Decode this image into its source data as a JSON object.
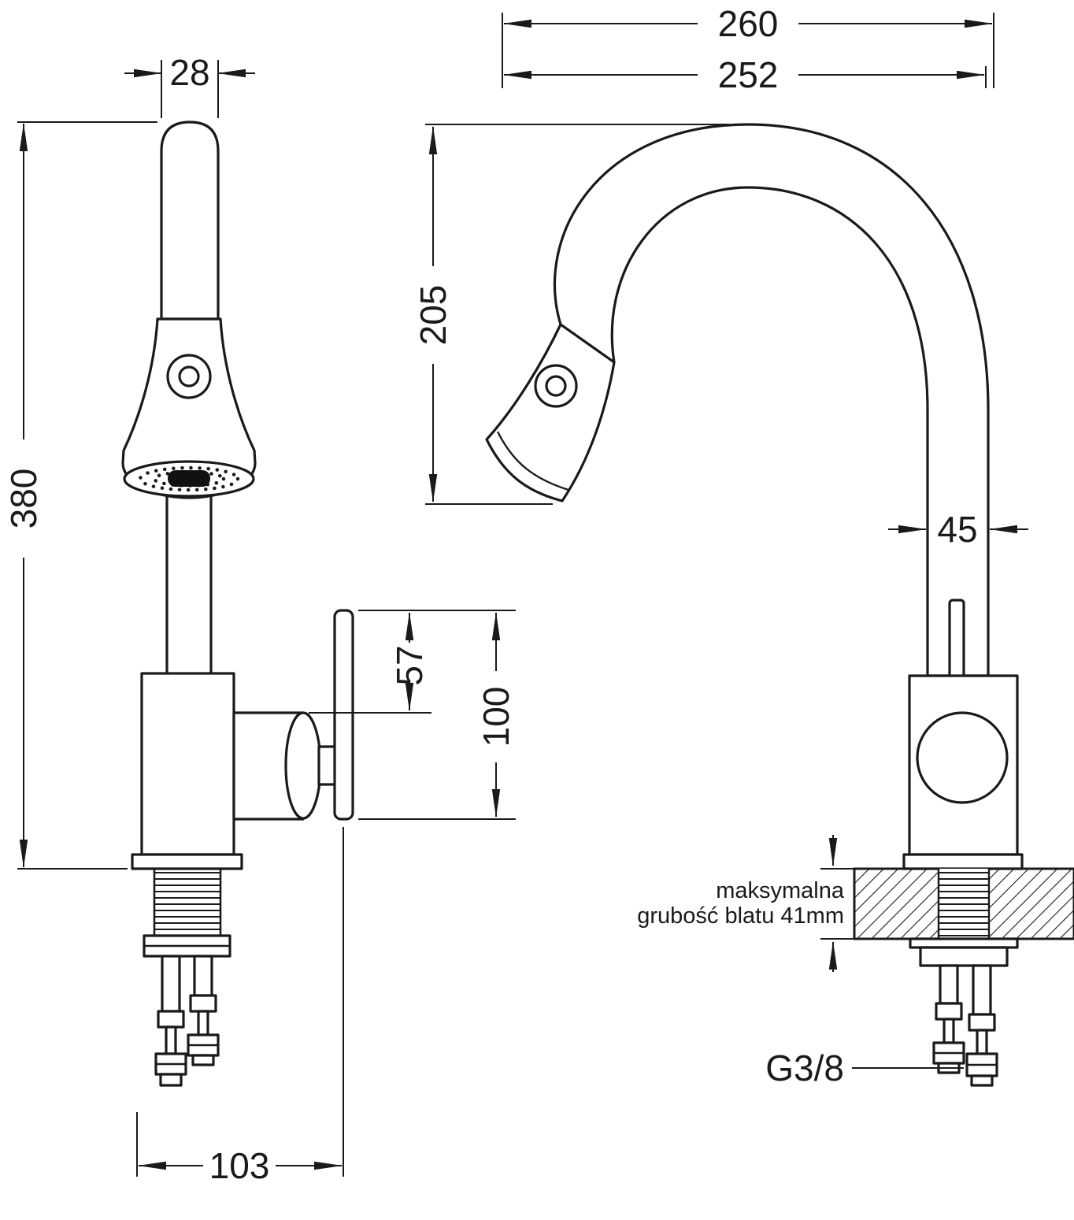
{
  "document": {
    "type": "technical dimension drawing",
    "subject": "Kitchen faucet with pull-out spray head, front and side installation views",
    "language": "Polish",
    "units": "mm"
  },
  "dims": {
    "tube_width": "28",
    "overall_height": "380",
    "handle_upper_length": "57",
    "handle_total_length": "100",
    "base_span": "103",
    "overall_depth": "260",
    "spout_reach": "252",
    "spout_clearance_height": "205",
    "spout_pipe_width": "45",
    "connection_thread": "G3/8"
  },
  "notes": {
    "countertop_line1": "maksymalna",
    "countertop_line2": "grubość blatu 41mm"
  },
  "colors": {
    "line": "#1a1a1a",
    "background": "#ffffff"
  }
}
